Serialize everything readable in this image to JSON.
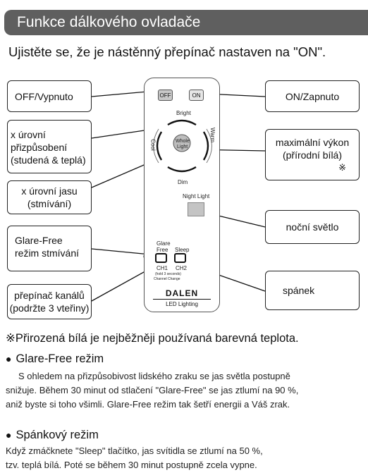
{
  "header": {
    "title": "Funkce dálkového ovladače"
  },
  "subtitle": "Ujistěte se, že je nástěnný přepínač nastaven na \"ON\".",
  "labels": {
    "off": "OFF/Vypnuto",
    "on": "ON/Zapnuto",
    "adapt_1": "x úrovní",
    "adapt_2": "přizpůsobení",
    "adapt_3": "(studená & teplá)",
    "max_1": "maximální výkon",
    "max_2": "(přírodní bílá)",
    "max_mark": "※",
    "bright_1": "x úrovní jasu",
    "bright_2": "(stmívání)",
    "night": "noční světlo",
    "glare_1": "Glare-Free",
    "glare_2": "režim stmívání",
    "channel_1": "přepínač kanálů",
    "channel_2": "(podržte 3 vteřiny)",
    "sleep": "spánek"
  },
  "remote": {
    "off": "OFF",
    "on": "ON",
    "bright": "Bright",
    "cool": "Cool",
    "warm": "Warm",
    "dim": "Dim",
    "whole_1": "Whole",
    "whole_2": "Light",
    "night_light": "Night Light",
    "glare_1": "Glare",
    "glare_2": "Free",
    "sleep": "Sleep",
    "ch1": "CH1",
    "ch2": "CH2",
    "hold": "(hold 3 seconds)",
    "channel_change": "Channel Change",
    "brand": "DALEN",
    "brand_sub": "LED Lighting"
  },
  "note": "※Přirozená bílá je nejběžněji používaná barevná teplota.",
  "glare_section": {
    "title": "Glare-Free režim",
    "line1": "S ohledem na přizpůsobivost lidského zraku se jas světla postupně",
    "line2": "snižuje. Během 30 minut od stlačení \"Glare-Free\" se jas ztlumí na 90 %,",
    "line3": "aniž byste si toho všimli. Glare-Free režim tak šetří energii a Váš zrak."
  },
  "sleep_section": {
    "title": "Spánkový režim",
    "line1": "Když zmáčknete \"Sleep\" tlačítko, jas svítidla se ztlumí na 50 %,",
    "line2": "tzv. teplá bílá. Poté se během 30 minut postupně zcela vypne."
  }
}
